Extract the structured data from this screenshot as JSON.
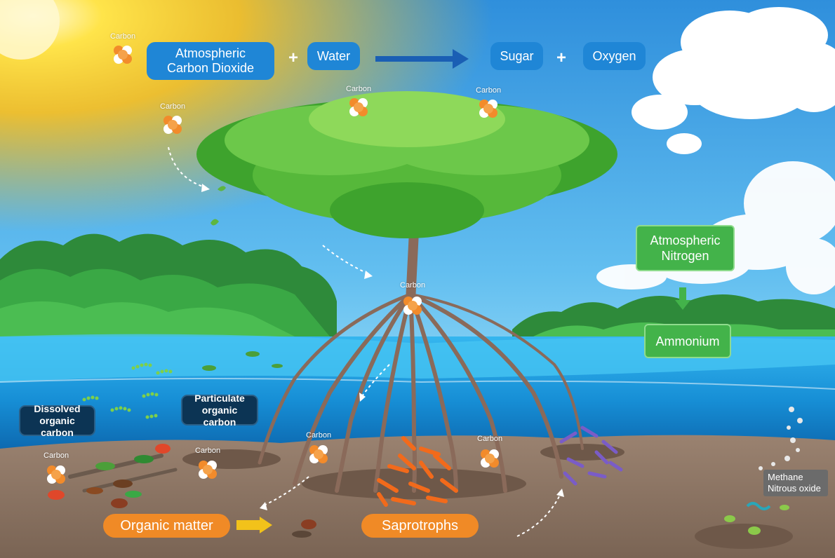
{
  "equation": {
    "reactant1": "Atmospheric Carbon Dioxide",
    "plus1": "+",
    "reactant2": "Water",
    "product1": "Sugar",
    "plus2": "+",
    "product2": "Oxygen"
  },
  "nitrogen": {
    "source": "Atmospheric Nitrogen",
    "product": "Ammonium"
  },
  "carbon_forms": {
    "dissolved": "Dissolved organic carbon",
    "particulate": "Particulate organic carbon"
  },
  "decomposition": {
    "organic_matter": "Organic matter",
    "saprotrophs": "Saprotrophs"
  },
  "gases": {
    "line1": "Methane",
    "line2": "Nitrous oxide"
  },
  "atom_label": "Carbon",
  "colors": {
    "equation_box": "#1f86d6",
    "nitrogen_box": "#43b34a",
    "decomposition_box": "#f08a26",
    "carbon_form_box": "#0c3454",
    "gas_box": "#6b6b6b"
  }
}
